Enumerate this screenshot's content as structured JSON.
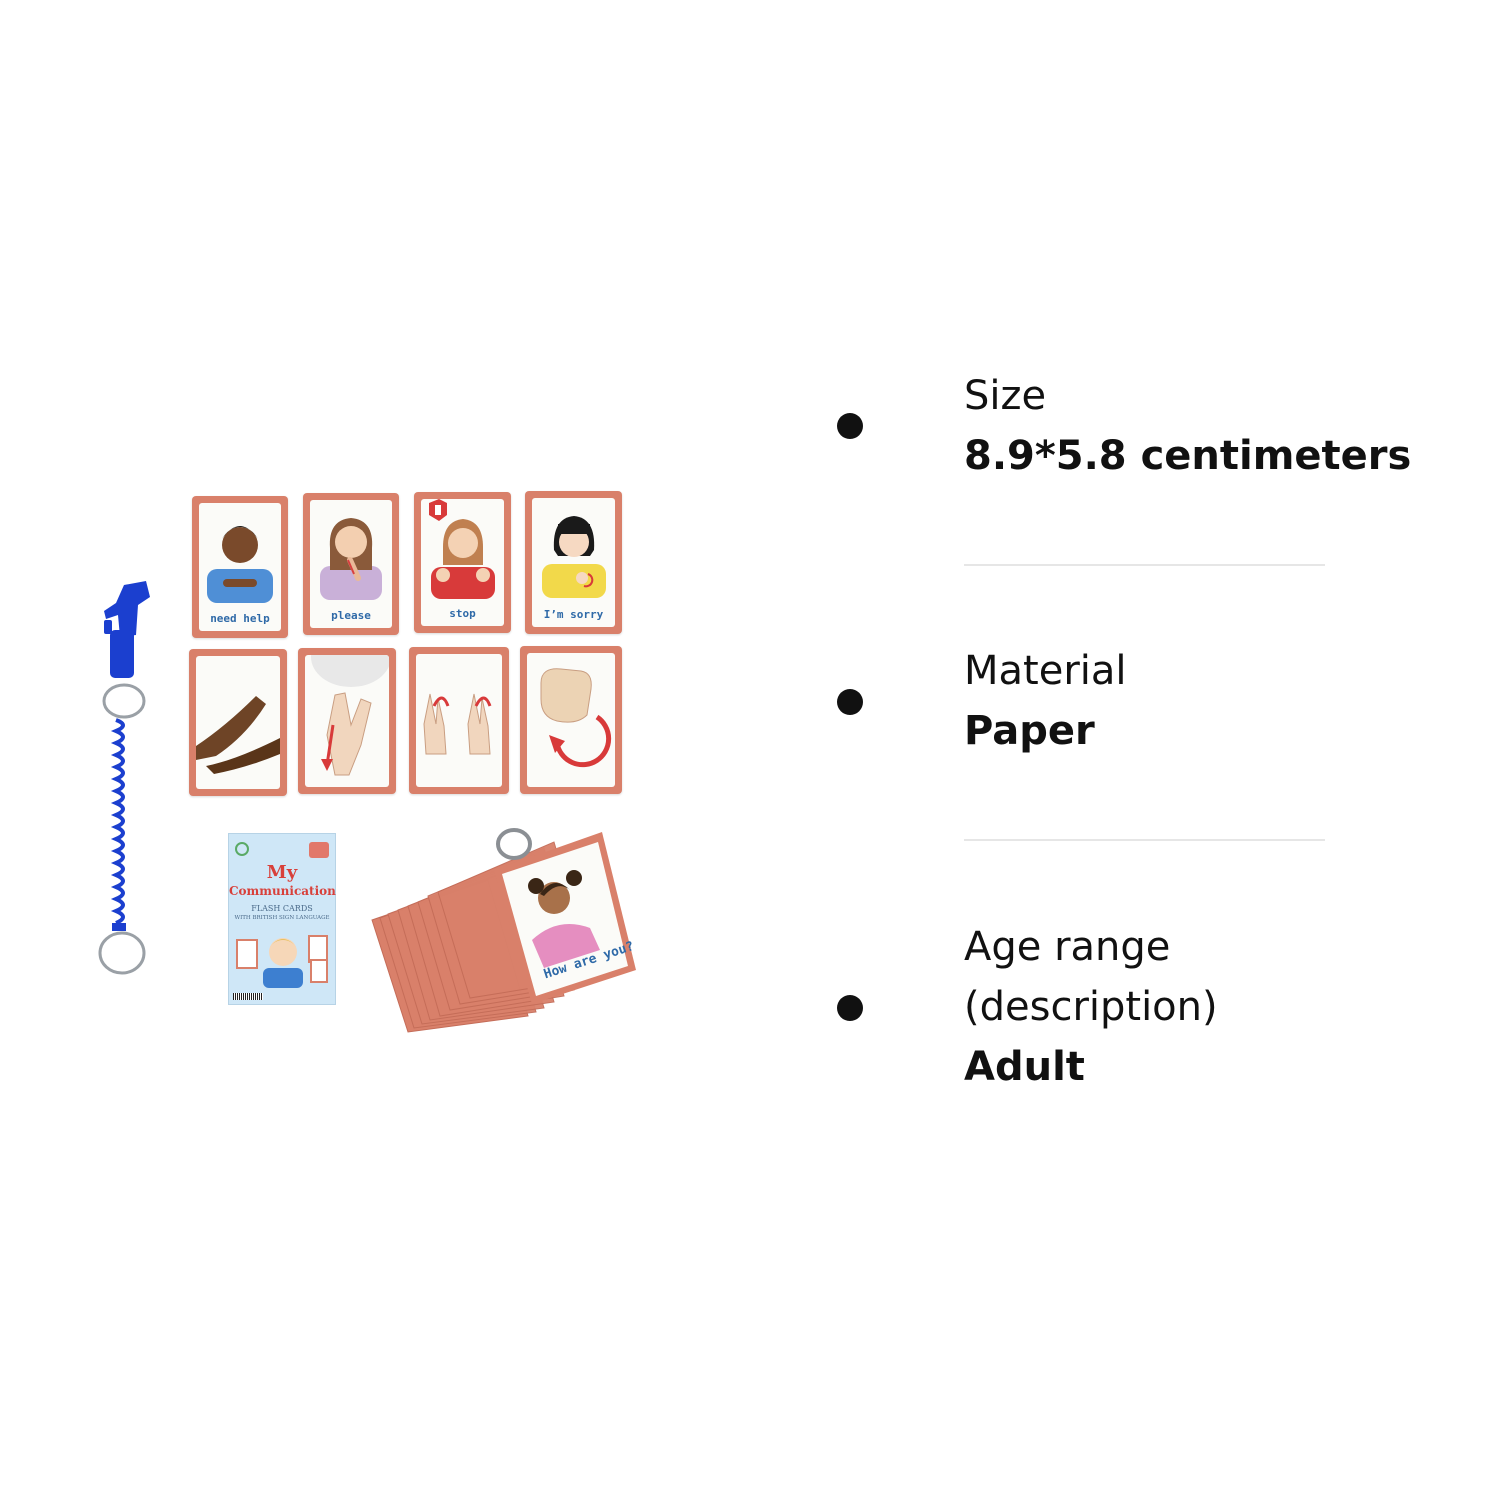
{
  "photo": {
    "cards_top": [
      {
        "label": "need help"
      },
      {
        "label": "please"
      },
      {
        "label": "stop"
      },
      {
        "label": "I’m sorry"
      }
    ],
    "box": {
      "title_line1": "My",
      "title_line2": "Communication",
      "subtitle1": "FLASH CARDS",
      "subtitle2": "WITH BRITISH SIGN LANGUAGE"
    },
    "fan_card_label": "How are you?"
  },
  "specs": [
    {
      "label": "Size",
      "value": "8.9*5.8 centimeters"
    },
    {
      "label": "Material",
      "value": "Paper"
    },
    {
      "label": "Age range",
      "label2": "(description)",
      "value": "Adult"
    }
  ],
  "colors": {
    "card_border": "#d9806a",
    "label_blue": "#2f6aa8",
    "keychain_blue": "#1b3fcf",
    "bullet": "#111111"
  }
}
